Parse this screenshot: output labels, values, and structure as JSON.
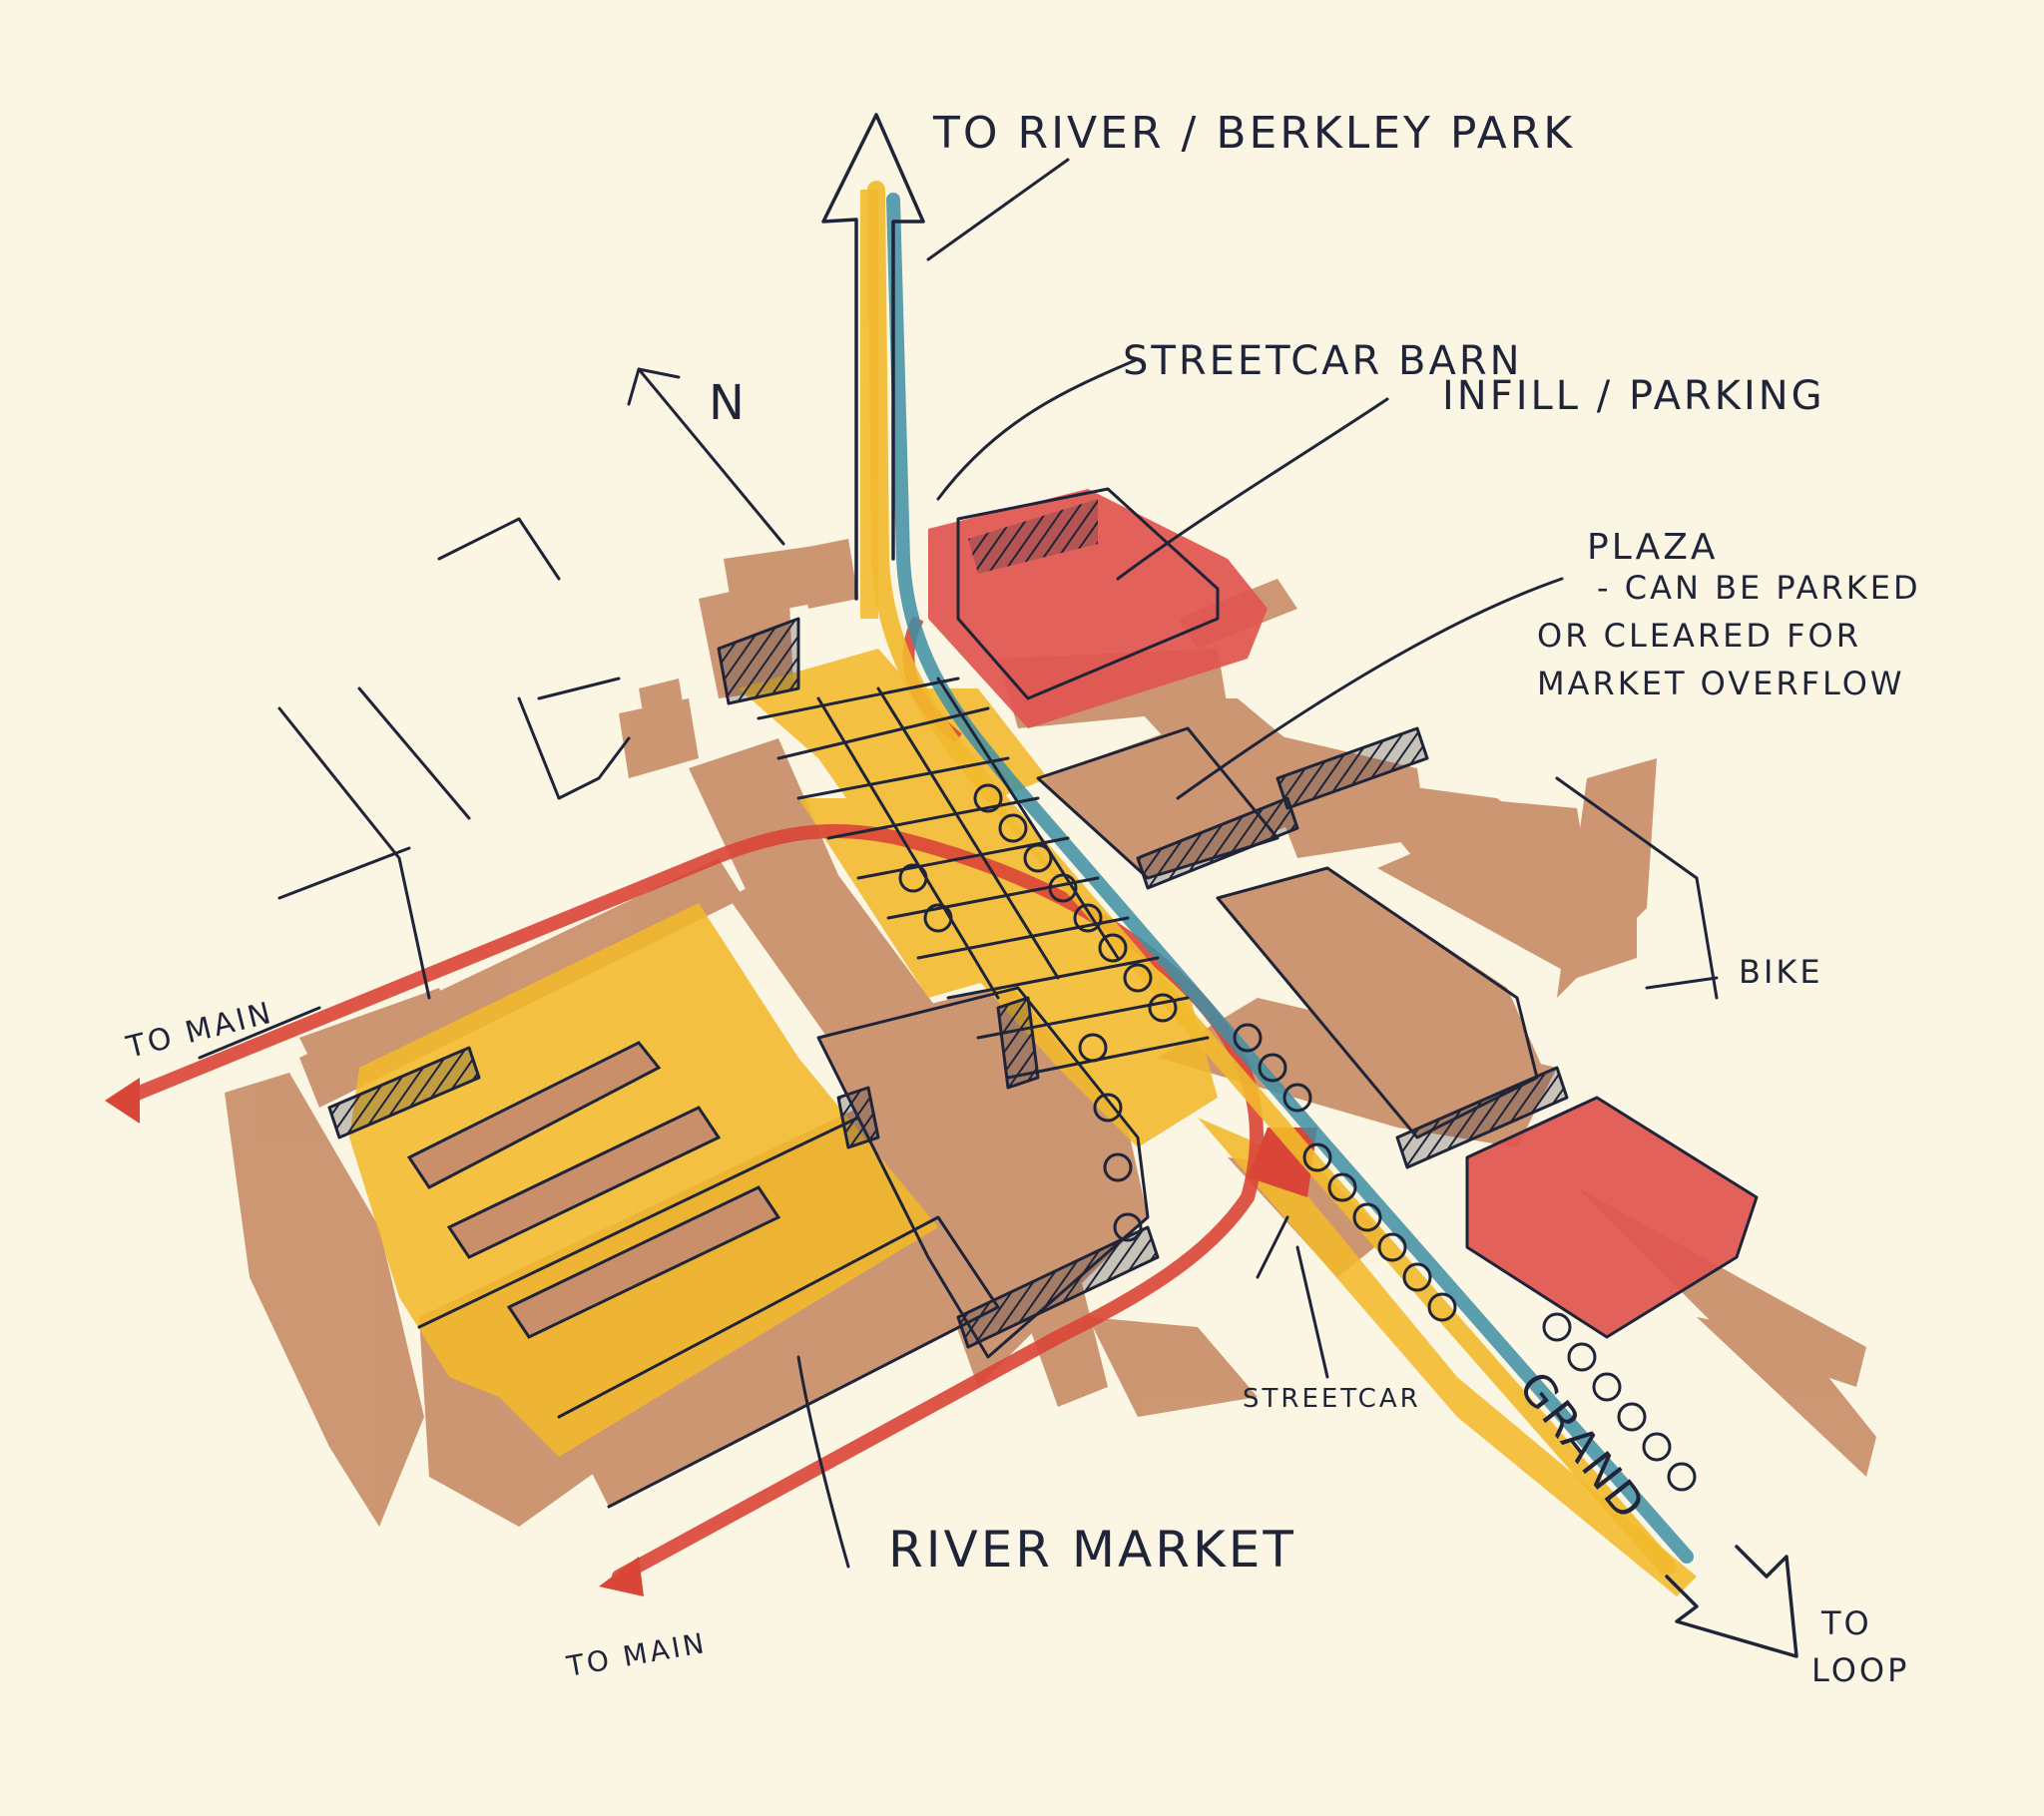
{
  "labels": {
    "to_river": "TO RIVER / BERKLEY PARK",
    "north": "N",
    "streetcar_barn": "STREETCAR BARN",
    "infill_parking": "INFILL / PARKING",
    "plaza": "PLAZA",
    "plaza_note_1": "- CAN BE PARKED",
    "plaza_note_2": "OR CLEARED FOR",
    "plaza_note_3": "MARKET OVERFLOW",
    "bike": "BIKE",
    "to_main_west": "TO MAIN",
    "to_main_south": "TO MAIN",
    "river_market": "RIVER MARKET",
    "streetcar": "STREETCAR",
    "grand": "GRAND",
    "to_loop_1": "TO",
    "to_loop_2": "LOOP"
  },
  "colors": {
    "paper": "#fbf6e3",
    "ink": "#1f2438",
    "building_tan": "#c98e6a",
    "plaza_yellow": "#f2b92c",
    "highlight_red": "#e0554f",
    "route_red": "#d94536",
    "streetcar_blue": "#3e8fa6"
  }
}
